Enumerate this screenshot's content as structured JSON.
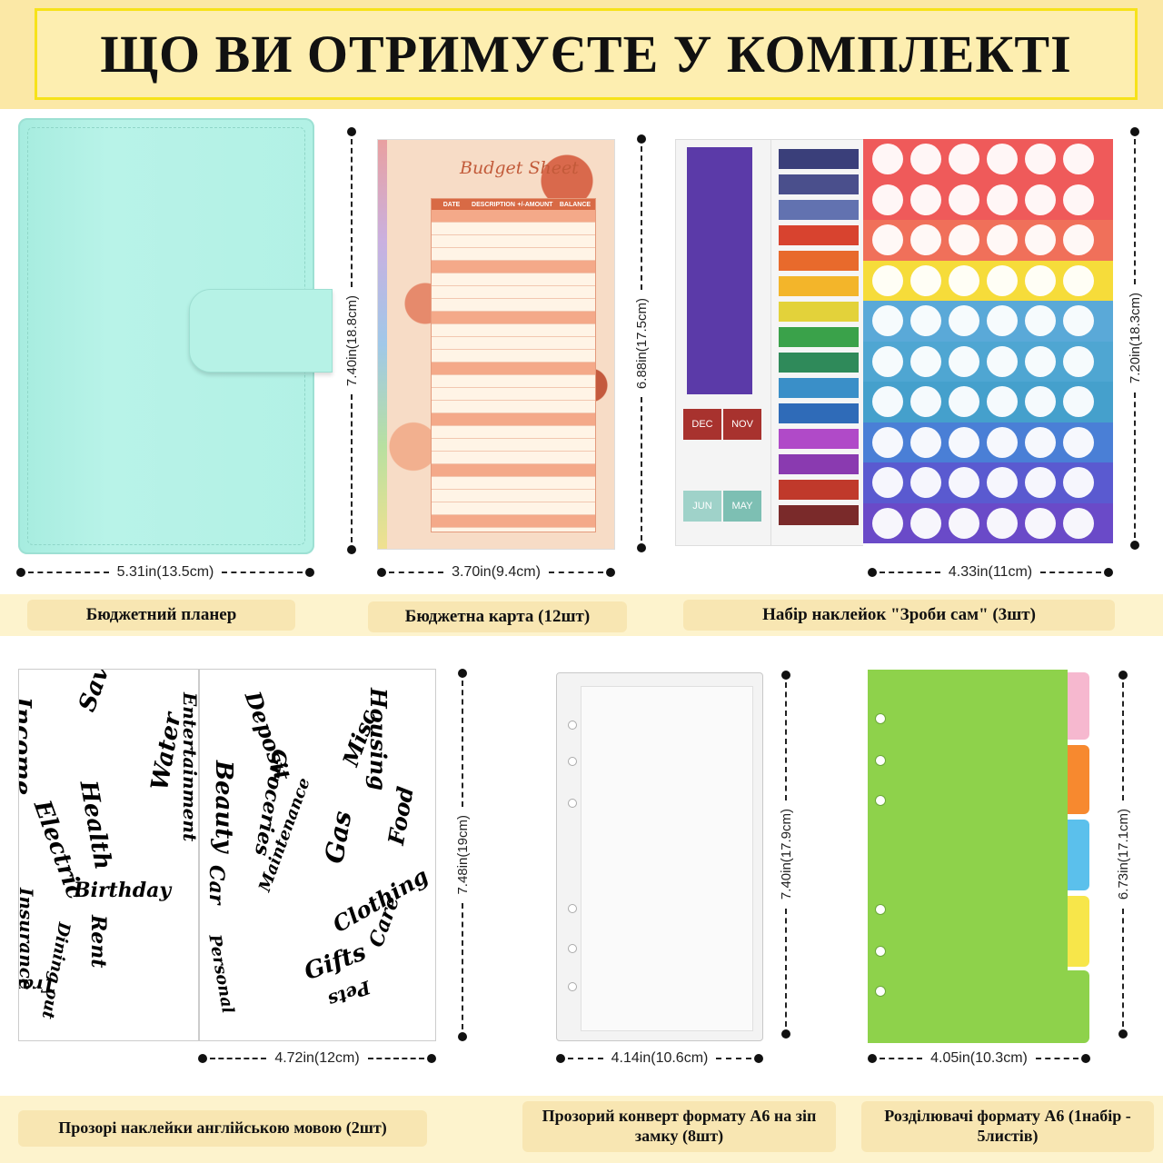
{
  "header": {
    "title": "ЩО ВИ ОТРИМУЄТЕ У КОМПЛЕКТІ"
  },
  "items": {
    "planner": {
      "label": "Бюджетний планер",
      "width": "5.31in(13.5cm)",
      "height": "7.40in(18.8cm)",
      "color": "#b2f1e5"
    },
    "budget_card": {
      "label": "Бюджетна карта (12шт)",
      "width": "3.70in(9.4cm)",
      "height": "6.88in(17.5cm)",
      "sheet_title": "Budget Sheet",
      "columns": [
        "DATE",
        "DESCRIPTION",
        "+/-AMOUNT",
        "BALANCE"
      ]
    },
    "diy_stickers": {
      "label": "Набір наклейок \"Зроби сам\" (3шт)",
      "width": "4.33in(11cm)",
      "height": "7.20in(18.3cm)",
      "months": [
        "DEC",
        "NOV",
        "JUN",
        "MAY"
      ]
    },
    "word_stickers": {
      "label": "Прозорі наклейки англійською мовою (2шт)",
      "width": "4.72in(12cm)",
      "height": "7.48in(19cm)",
      "words": [
        "Income",
        "Savings",
        "Electric",
        "Health",
        "Water",
        "Birthday",
        "Insurance",
        "Dining out",
        "Rent",
        "Transportation",
        "Entertainment",
        "Deposit",
        "Housing",
        "Beauty",
        "Groceries",
        "Misc",
        "Food",
        "Car",
        "Gas",
        "Maintenance",
        "Personal",
        "Clothing",
        "Gifts",
        "Care",
        "Pets"
      ]
    },
    "envelope": {
      "label": "Прозорий конверт формату А6 на зіп замку (8шт)",
      "width": "4.14in(10.6cm)",
      "height": "7.40in(17.9cm)"
    },
    "dividers": {
      "label": "Розділювачі формату А6 (1набір - 5листів)",
      "width": "4.05in(10.3cm)",
      "height": "6.73in(17.1cm)"
    }
  }
}
